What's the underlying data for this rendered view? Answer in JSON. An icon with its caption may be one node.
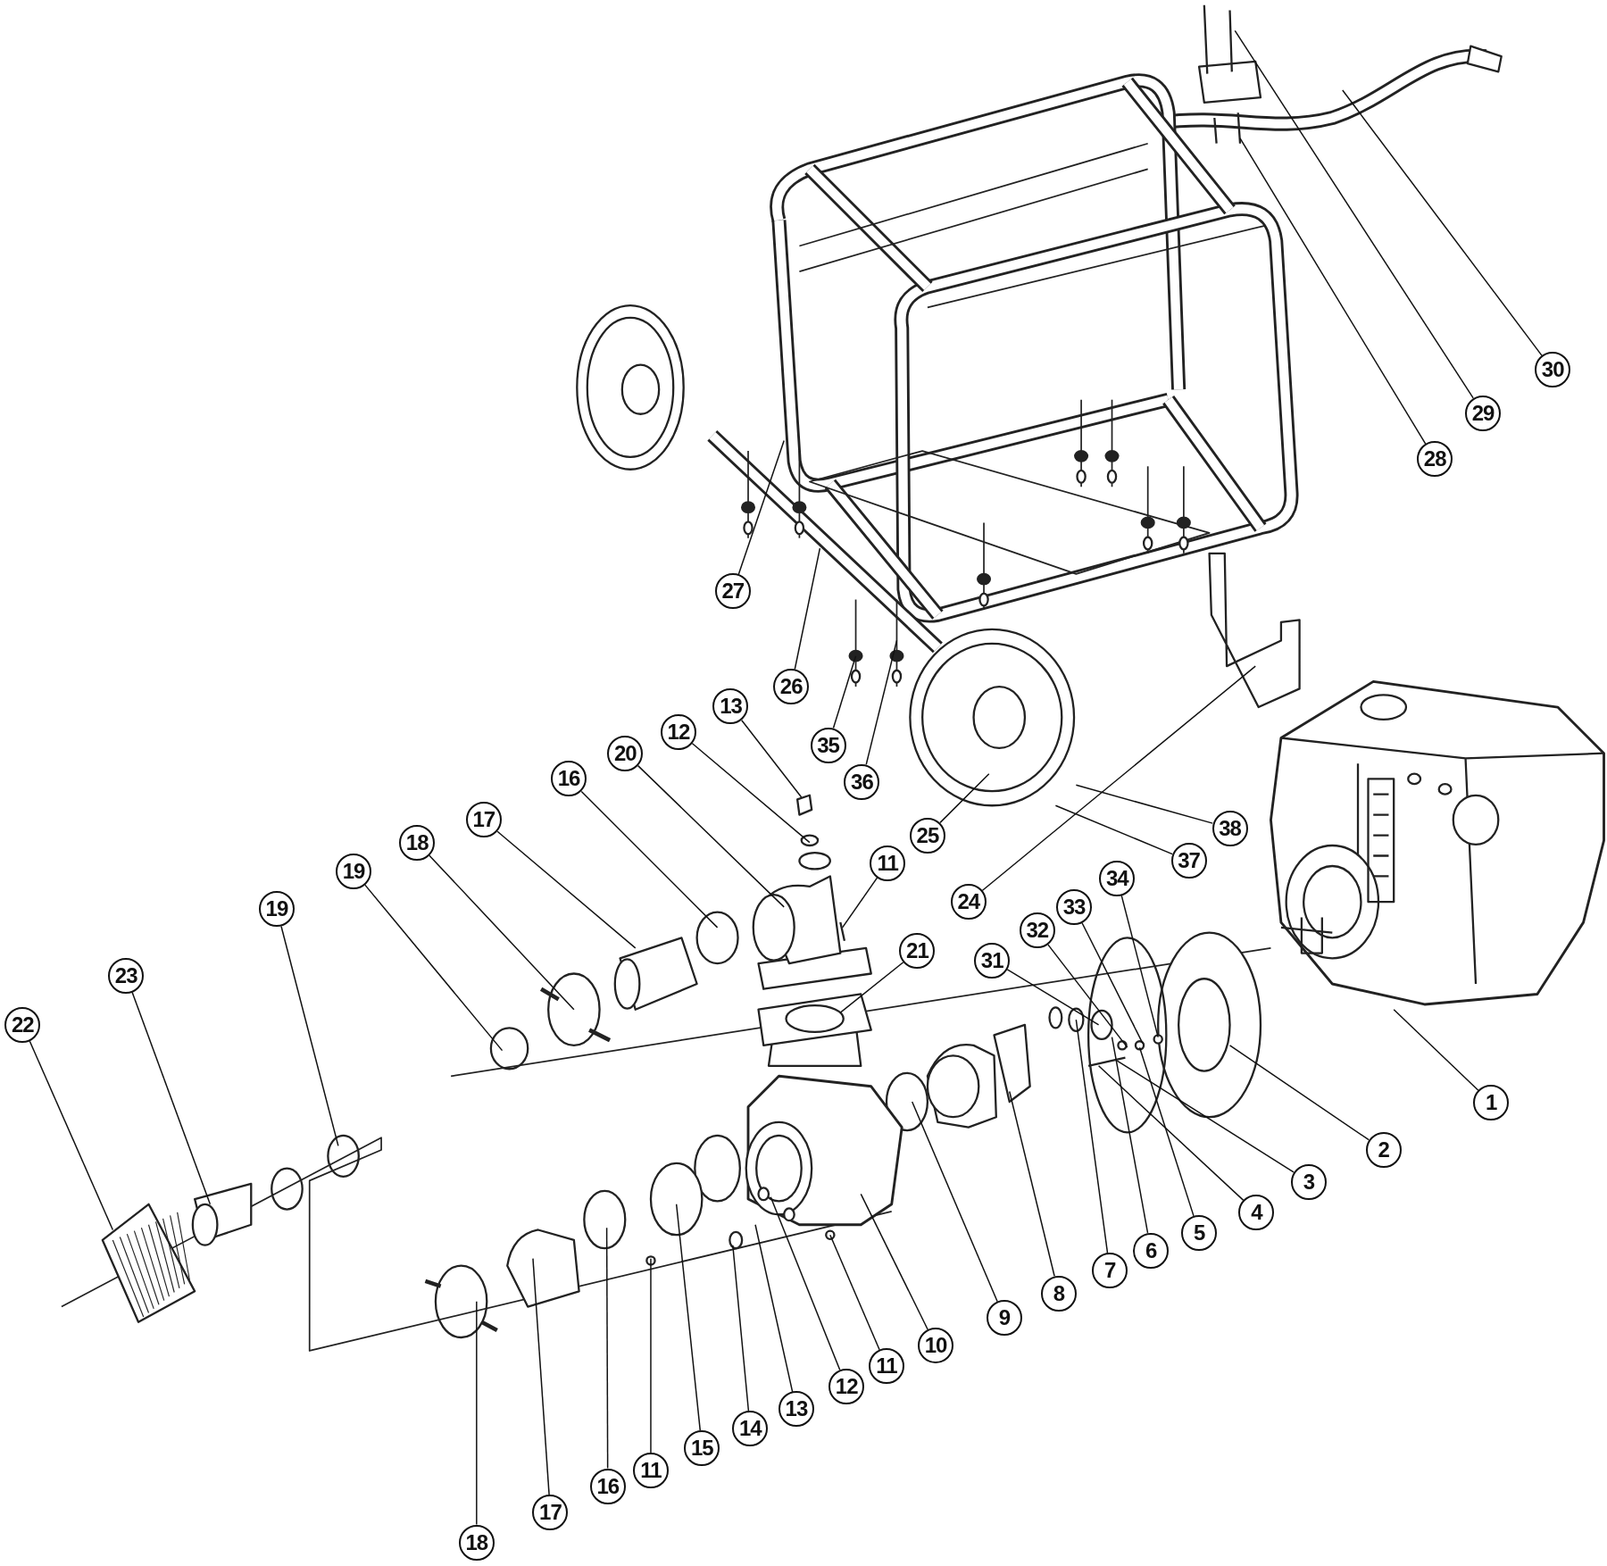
{
  "diagram": {
    "nodes": [
      {
        "text": [
          "29"
        ]
      },
      {
        "text": [
          "30"
        ]
      },
      {
        "text": [
          "28"
        ]
      },
      {
        "text": [
          "27"
        ]
      },
      {
        "text": [
          "26"
        ]
      },
      {
        "text": [
          "13"
        ]
      },
      {
        "text": [
          "35"
        ]
      },
      {
        "text": [
          "12"
        ]
      },
      {
        "text": [
          "20"
        ]
      },
      {
        "text": [
          "36"
        ]
      },
      {
        "text": [
          "16"
        ]
      },
      {
        "text": [
          "38"
        ]
      },
      {
        "text": [
          "25"
        ]
      },
      {
        "text": [
          "17"
        ]
      },
      {
        "text": [
          "37"
        ]
      },
      {
        "text": [
          "18"
        ]
      },
      {
        "text": [
          "19"
        ]
      },
      {
        "text": [
          "11"
        ]
      },
      {
        "text": [
          "34"
        ]
      },
      {
        "text": [
          "24"
        ]
      },
      {
        "text": [
          "19"
        ]
      },
      {
        "text": [
          "33"
        ]
      },
      {
        "text": [
          "32"
        ]
      },
      {
        "text": [
          "21"
        ]
      },
      {
        "text": [
          "31"
        ]
      },
      {
        "text": [
          "23"
        ]
      },
      {
        "text": [
          "22"
        ]
      },
      {
        "text": [
          "1"
        ]
      },
      {
        "text": [
          "2"
        ]
      },
      {
        "text": [
          "3"
        ]
      },
      {
        "text": [
          "4"
        ]
      },
      {
        "text": [
          "5"
        ]
      },
      {
        "text": [
          "6"
        ]
      },
      {
        "text": [
          "7"
        ]
      },
      {
        "text": [
          "8"
        ]
      },
      {
        "text": [
          "9"
        ]
      },
      {
        "text": [
          "10"
        ]
      },
      {
        "text": [
          "11"
        ]
      },
      {
        "text": [
          "12"
        ]
      },
      {
        "text": [
          "13"
        ]
      },
      {
        "text": [
          "14"
        ]
      },
      {
        "text": [
          "15"
        ]
      },
      {
        "text": [
          "11"
        ]
      },
      {
        "text": [
          "16"
        ]
      },
      {
        "text": [
          "17"
        ]
      },
      {
        "text": [
          "18"
        ]
      }
    ],
    "edges": [
      {
        "from": 0,
        "to": null,
        "arrow": "none"
      },
      {
        "from": 1,
        "to": null,
        "arrow": "none"
      },
      {
        "from": 2,
        "to": null,
        "arrow": "none"
      },
      {
        "from": 3,
        "to": null,
        "arrow": "none"
      },
      {
        "from": 4,
        "to": null,
        "arrow": "none"
      },
      {
        "from": 5,
        "to": null,
        "arrow": "none"
      },
      {
        "from": 6,
        "to": null,
        "arrow": "none"
      },
      {
        "from": 7,
        "to": null,
        "arrow": "none"
      },
      {
        "from": 8,
        "to": null,
        "arrow": "none"
      },
      {
        "from": 9,
        "to": null,
        "arrow": "none"
      },
      {
        "from": 10,
        "to": null,
        "arrow": "none"
      },
      {
        "from": 11,
        "to": null,
        "arrow": "none"
      },
      {
        "from": 12,
        "to": null,
        "arrow": "none"
      },
      {
        "from": 13,
        "to": null,
        "arrow": "none"
      },
      {
        "from": 14,
        "to": null,
        "arrow": "none"
      },
      {
        "from": 15,
        "to": null,
        "arrow": "none"
      },
      {
        "from": 16,
        "to": null,
        "arrow": "none"
      },
      {
        "from": 17,
        "to": null,
        "arrow": "none"
      },
      {
        "from": 18,
        "to": null,
        "arrow": "none"
      },
      {
        "from": 19,
        "to": null,
        "arrow": "none"
      },
      {
        "from": 20,
        "to": null,
        "arrow": "none"
      },
      {
        "from": 21,
        "to": null,
        "arrow": "none"
      },
      {
        "from": 22,
        "to": null,
        "arrow": "none"
      },
      {
        "from": 23,
        "to": null,
        "arrow": "none"
      },
      {
        "from": 24,
        "to": null,
        "arrow": "none"
      },
      {
        "from": 25,
        "to": null,
        "arrow": "none"
      },
      {
        "from": 26,
        "to": null,
        "arrow": "none"
      },
      {
        "from": 27,
        "to": null,
        "arrow": "none"
      },
      {
        "from": 28,
        "to": null,
        "arrow": "none"
      },
      {
        "from": 29,
        "to": null,
        "arrow": "none"
      },
      {
        "from": 30,
        "to": null,
        "arrow": "none"
      },
      {
        "from": 31,
        "to": null,
        "arrow": "none"
      },
      {
        "from": 32,
        "to": null,
        "arrow": "none"
      },
      {
        "from": 33,
        "to": null,
        "arrow": "none"
      },
      {
        "from": 34,
        "to": null,
        "arrow": "none"
      },
      {
        "from": 35,
        "to": null,
        "arrow": "none"
      },
      {
        "from": 36,
        "to": null,
        "arrow": "none"
      },
      {
        "from": 37,
        "to": null,
        "arrow": "none"
      },
      {
        "from": 38,
        "to": null,
        "arrow": "none"
      },
      {
        "from": 39,
        "to": null,
        "arrow": "none"
      },
      {
        "from": 40,
        "to": null,
        "arrow": "none"
      },
      {
        "from": 41,
        "to": null,
        "arrow": "none"
      },
      {
        "from": 42,
        "to": null,
        "arrow": "none"
      },
      {
        "from": 43,
        "to": null,
        "arrow": "none"
      },
      {
        "from": 44,
        "to": null,
        "arrow": "none"
      },
      {
        "from": 45,
        "to": null,
        "arrow": "none"
      }
    ]
  }
}
